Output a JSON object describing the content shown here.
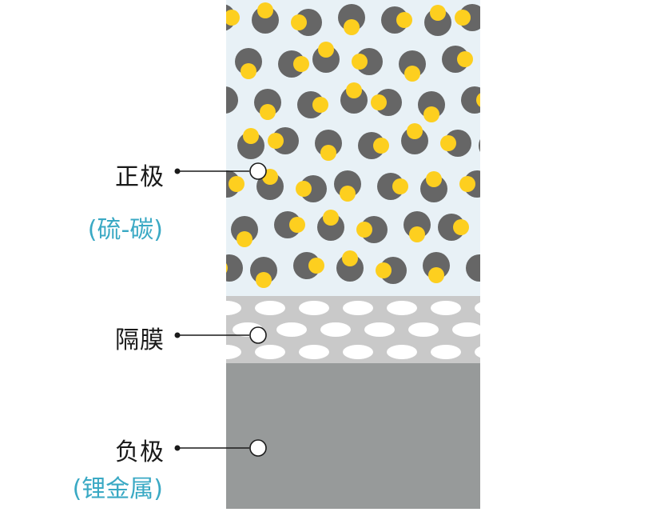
{
  "layers": [
    {
      "id": "cathode",
      "label": "正极",
      "sublabel": "(硫-碳)",
      "fill": "#e8f1f6"
    },
    {
      "id": "separator",
      "label": "隔膜",
      "sublabel": "",
      "fill": "#c9c9c9"
    },
    {
      "id": "anode",
      "label": "负极",
      "sublabel": "(锂金属)",
      "fill": "#979a9a"
    }
  ],
  "colors": {
    "sulfur": "#fdcf1f",
    "carbon": "#666666",
    "pore": "#ffffff",
    "label_main": "#1a1a1a",
    "label_sub": "#3aa9c4",
    "leader": "#1a1a1a"
  }
}
